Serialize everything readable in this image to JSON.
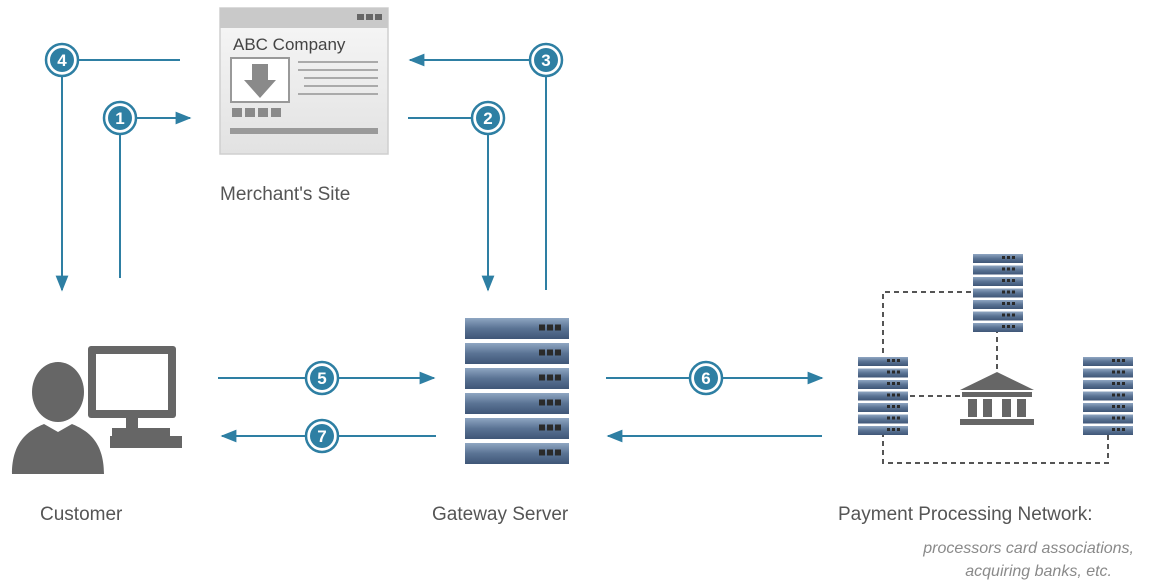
{
  "merchant": {
    "window_title": "ABC Company",
    "label": "Merchant's Site"
  },
  "customer": {
    "label": "Customer"
  },
  "gateway": {
    "label": "Gateway Server"
  },
  "network": {
    "label": "Payment Processing Network:",
    "sublabel_line1": "processors card associations,",
    "sublabel_line2": "acquiring banks, etc."
  },
  "steps": [
    "1",
    "2",
    "3",
    "4",
    "5",
    "6",
    "7"
  ],
  "colors": {
    "arrow": "#2e7fa3",
    "badge": "#2e7fa3",
    "icon": "#666666",
    "server": "#5a7394"
  },
  "icons": [
    "browser-window-icon",
    "customer-computer-icon",
    "server-rack-icon",
    "bank-icon"
  ]
}
